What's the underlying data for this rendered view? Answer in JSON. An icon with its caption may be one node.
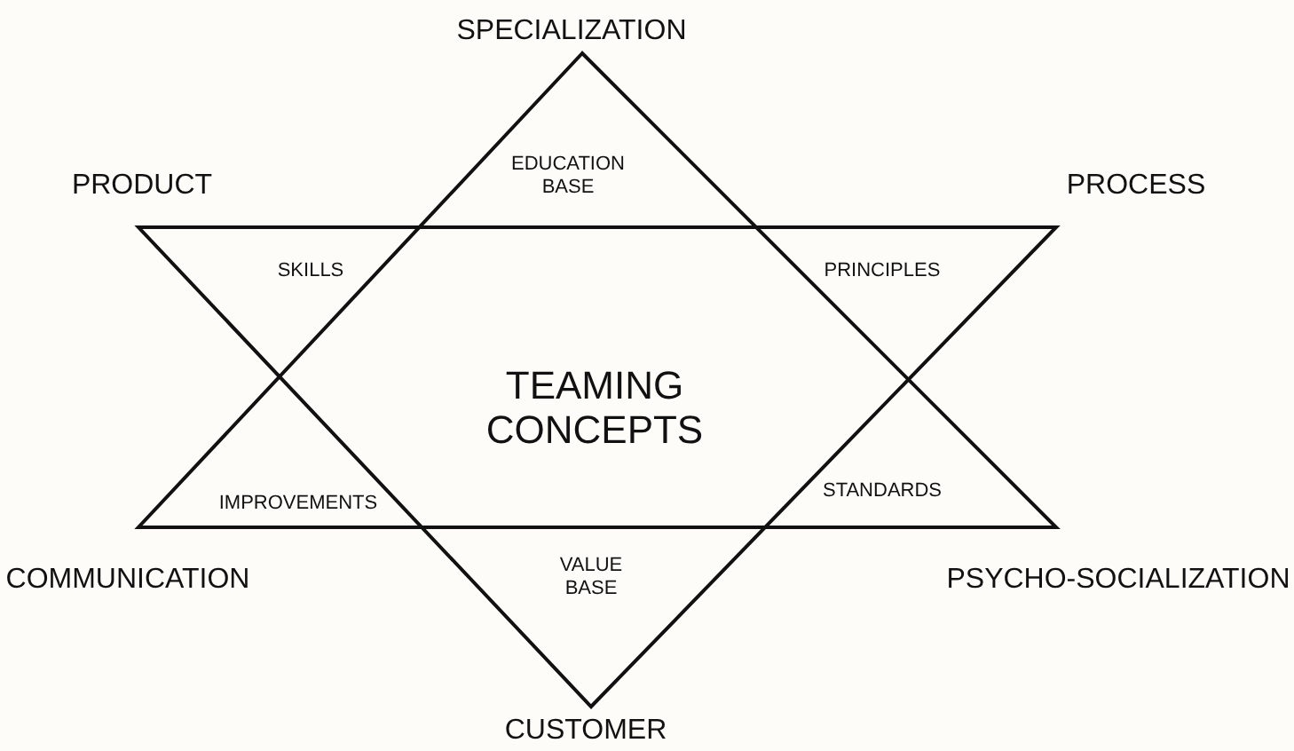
{
  "diagram": {
    "labels": [
      "SPECIALIZATION",
      "PRODUCT",
      "EDUCATION BASE",
      "PROCESS",
      "SKILLS",
      "PRINCIPLES",
      "TEAMING CONCEPTS",
      "IMPROVEMENTS",
      "STANDARDS",
      "COMMUNICATION",
      "VALUE BASE",
      "PSYCHO-SOCIALIZATION",
      "CUSTOMER"
    ]
  }
}
